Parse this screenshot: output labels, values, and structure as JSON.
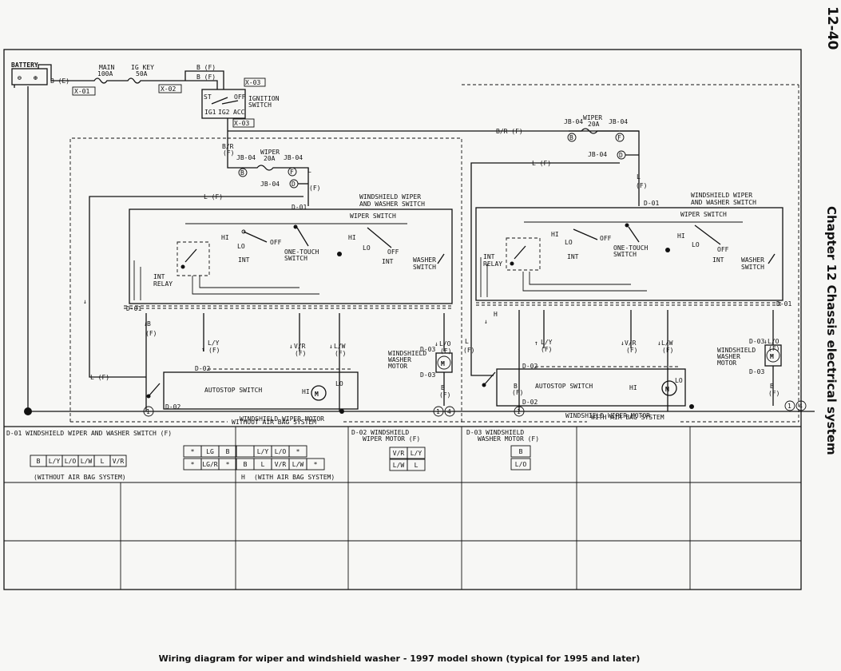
{
  "page": {
    "number": "12-40",
    "chapter": "Chapter 12  Chassis electrical system",
    "caption": "Wiring diagram for wiper and windshield washer - 1997 model shown (typical for 1995 and later)"
  },
  "power": {
    "battery": "BATTERY",
    "main_fuse_name": "MAIN",
    "main_fuse_rating": "100A",
    "igkey_fuse_name": "IG KEY",
    "igkey_fuse_rating": "50A",
    "wire_be": "B (E)",
    "wire_bf": "B (F)",
    "conn_x01": "X-01",
    "conn_x02": "X-02",
    "conn_x03": "X-03",
    "ignition_line1": "IGNITION",
    "ignition_line2": "SWITCH",
    "ig_st": "ST",
    "ig_off": "OFF",
    "ig_ig1": "IG1",
    "ig_ig2": "IG2",
    "ig_acc": "ACC"
  },
  "common": {
    "br_f": "B/R",
    "br_f2": "(F)",
    "br_long": "B/R (F)",
    "jb04": "JB-04",
    "wiper_fuse": "WIPER",
    "fuse_20a": "20A",
    "lf": "L (F)",
    "l": "L",
    "f": "(F)",
    "b": "B",
    "d01": "D-01",
    "d02": "D-02",
    "d03": "D-03",
    "circ_b": "B",
    "circ_f": "F",
    "circ_d": "D",
    "ws_title1": "WINDSHIELD WIPER",
    "ws_title2": "AND WASHER SWITCH",
    "wiper_switch": "WIPER SWITCH",
    "hi": "HI",
    "lo": "LO",
    "int": "INT",
    "off": "OFF",
    "one_touch1": "ONE-TOUCH",
    "one_touch2": "SWITCH",
    "int_relay1": "INT",
    "int_relay2": "RELAY",
    "washer_sw1": "WASHER",
    "washer_sw2": "SWITCH",
    "ly": "L/Y",
    "vr": "V/R",
    "lw": "L/W",
    "lo_wire": "L/O",
    "autostop": "AUTOSTOP SWITCH",
    "wiper_motor": "WINDSHIELD WIPER MOTOR",
    "washer_motor1": "WINDSHIELD",
    "washer_motor2": "WASHER",
    "washer_motor3": "MOTOR",
    "m": "M",
    "h": "H",
    "g1": "1",
    "g4": "4",
    "without_airbag": "WITHOUT AIR BAG SYSTEM",
    "with_airbag": "WITH AIR BAG SYSTEM"
  },
  "connectors": {
    "d01_title": "D-01 WINDSHIELD WIPER AND WASHER SWITCH (F)",
    "d01_without_pins": [
      "B",
      "L/Y",
      "L/O",
      "L/W",
      "L",
      "V/R"
    ],
    "d01_without_caption": "(WITHOUT AIR BAG SYSTEM)",
    "d01_with_top": [
      "*",
      "LG",
      "B",
      "",
      "L/Y",
      "L/O",
      "*"
    ],
    "d01_with_bottom": [
      "*",
      "LG/R",
      "*",
      "B",
      "L",
      "V/R",
      "L/W",
      "*"
    ],
    "d01_with_caption": "(WITH AIR BAG SYSTEM)",
    "d01_with_h": "H",
    "d02_title1": "D-02 WINDSHIELD",
    "d02_title2": "WIPER MOTOR (F)",
    "d02_pins": [
      "V/R",
      "L/Y",
      "L/W",
      "L"
    ],
    "d03_title1": "D-03 WINDSHIELD",
    "d03_title2": "WASHER MOTOR (F)",
    "d03_pins": [
      "B",
      "L/O"
    ]
  }
}
